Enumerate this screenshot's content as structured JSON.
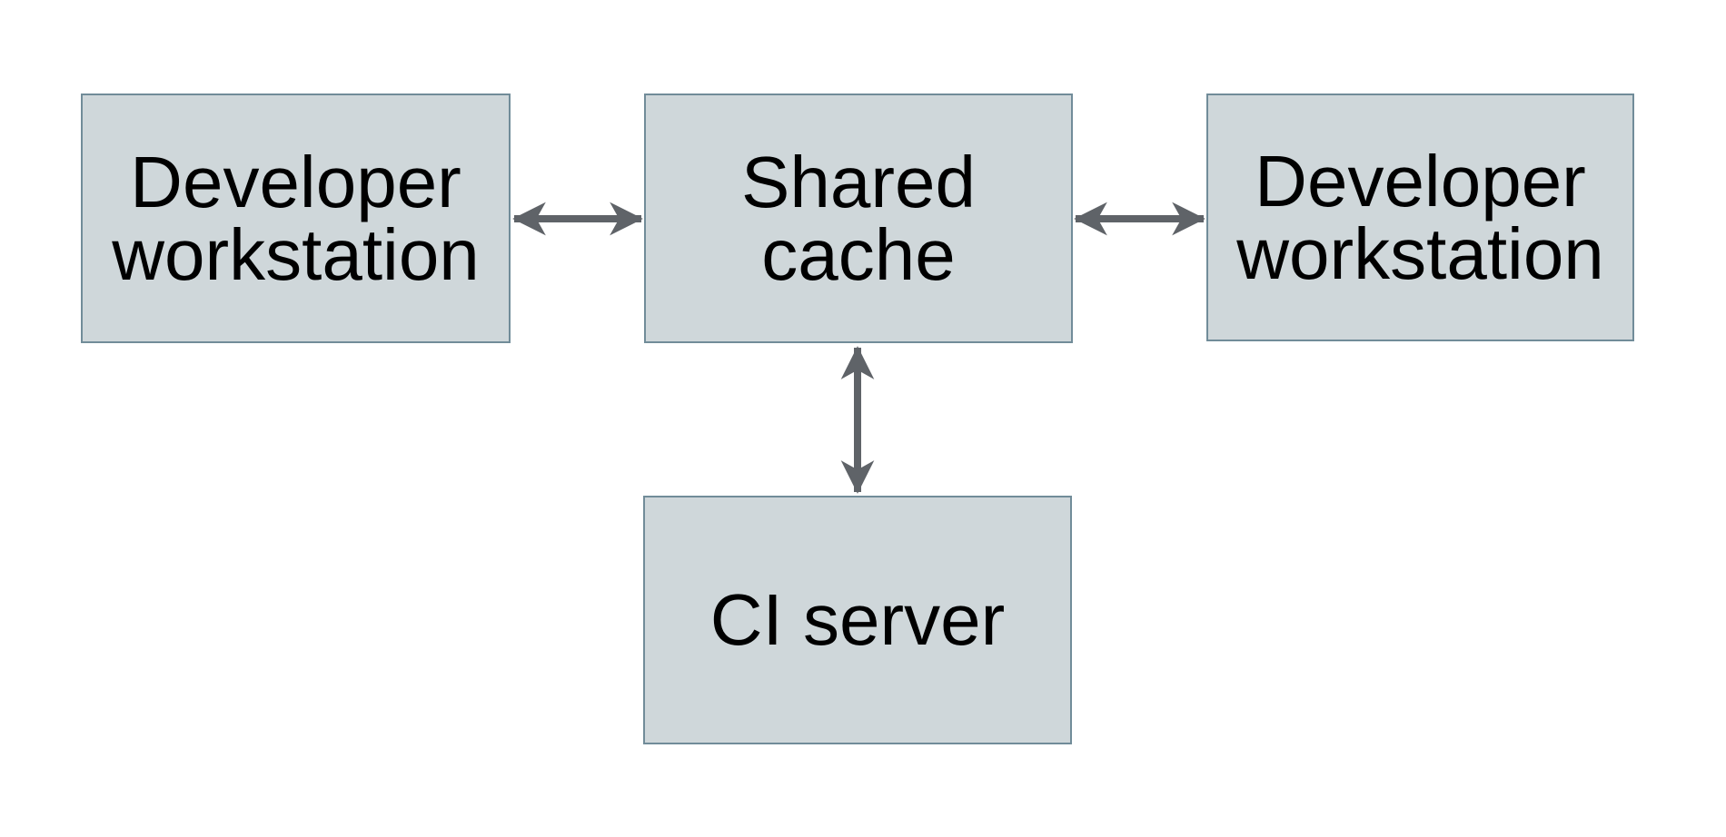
{
  "diagram": {
    "type": "architecture-diagram",
    "nodes": [
      {
        "id": "developer-workstation-left",
        "label": "Developer workstation",
        "lines": [
          "Developer",
          "workstation"
        ]
      },
      {
        "id": "shared-cache",
        "label": "Shared cache",
        "lines": [
          "Shared",
          "cache"
        ]
      },
      {
        "id": "developer-workstation-right",
        "label": "Developer workstation",
        "lines": [
          "Developer",
          "workstation"
        ]
      },
      {
        "id": "ci-server",
        "label": "CI server",
        "lines": [
          "CI server"
        ]
      }
    ],
    "edges": [
      {
        "from": "developer-workstation-left",
        "to": "shared-cache",
        "direction": "bidirectional"
      },
      {
        "from": "shared-cache",
        "to": "developer-workstation-right",
        "direction": "bidirectional"
      },
      {
        "from": "shared-cache",
        "to": "ci-server",
        "direction": "bidirectional"
      }
    ],
    "colors": {
      "node_fill": "#cfd7da",
      "node_border": "#718c99",
      "arrow": "#5f6368",
      "text": "#000000",
      "background": "#ffffff"
    }
  }
}
